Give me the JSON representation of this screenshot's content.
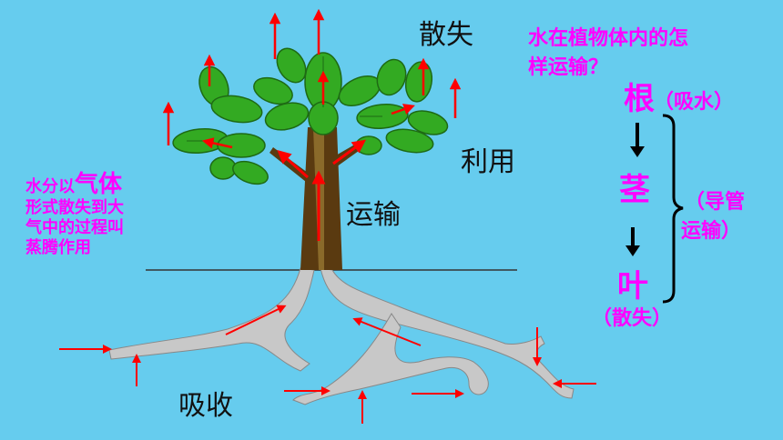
{
  "labels": {
    "evaporate": "散失",
    "utilize": "利用",
    "transport": "运输",
    "absorb": "吸收"
  },
  "question": {
    "line1": "水在植物体内的怎",
    "line2": "样运输？"
  },
  "flow": {
    "root": "根",
    "root_note": "（吸水）",
    "stem": "茎",
    "transport_note_1": "（导管",
    "transport_note_2": "运输）",
    "leaf": "叶",
    "leaf_note": "（散失）"
  },
  "transpiration": {
    "line1_pre": "水分以",
    "line1_big": "气体",
    "line2": "形式散失到大",
    "line3": "气中的过程叫",
    "line4": "蒸腾作用"
  },
  "colors": {
    "background": "#66ccee",
    "accent": "#ff00ff",
    "arrow": "#ff0000",
    "leaf": "#33aa22",
    "trunk": "#5a3a10",
    "root": "#c8c8c8"
  }
}
